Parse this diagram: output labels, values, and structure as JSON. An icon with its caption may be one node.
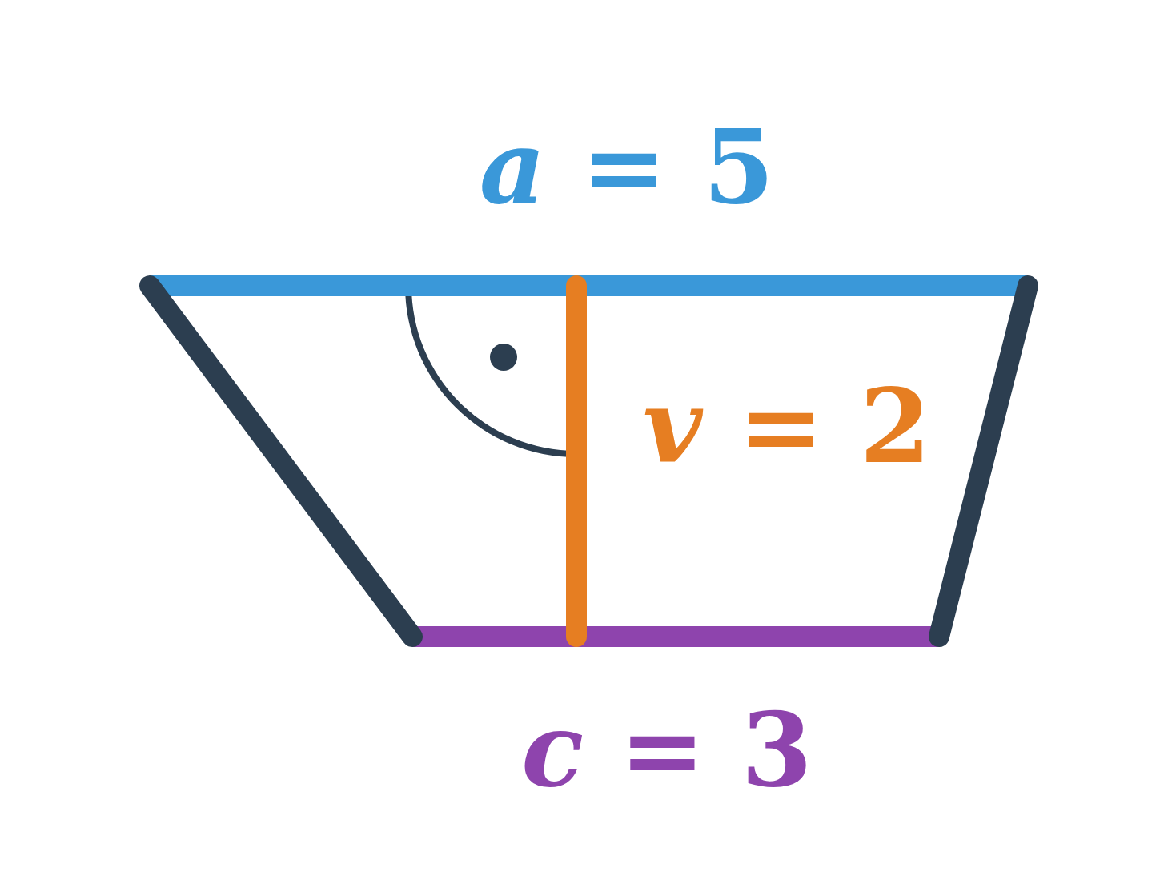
{
  "diagram": {
    "labels": [
      "*a* = 5",
      "*v* = 2",
      "*c* = 3"
    ]
  }
}
